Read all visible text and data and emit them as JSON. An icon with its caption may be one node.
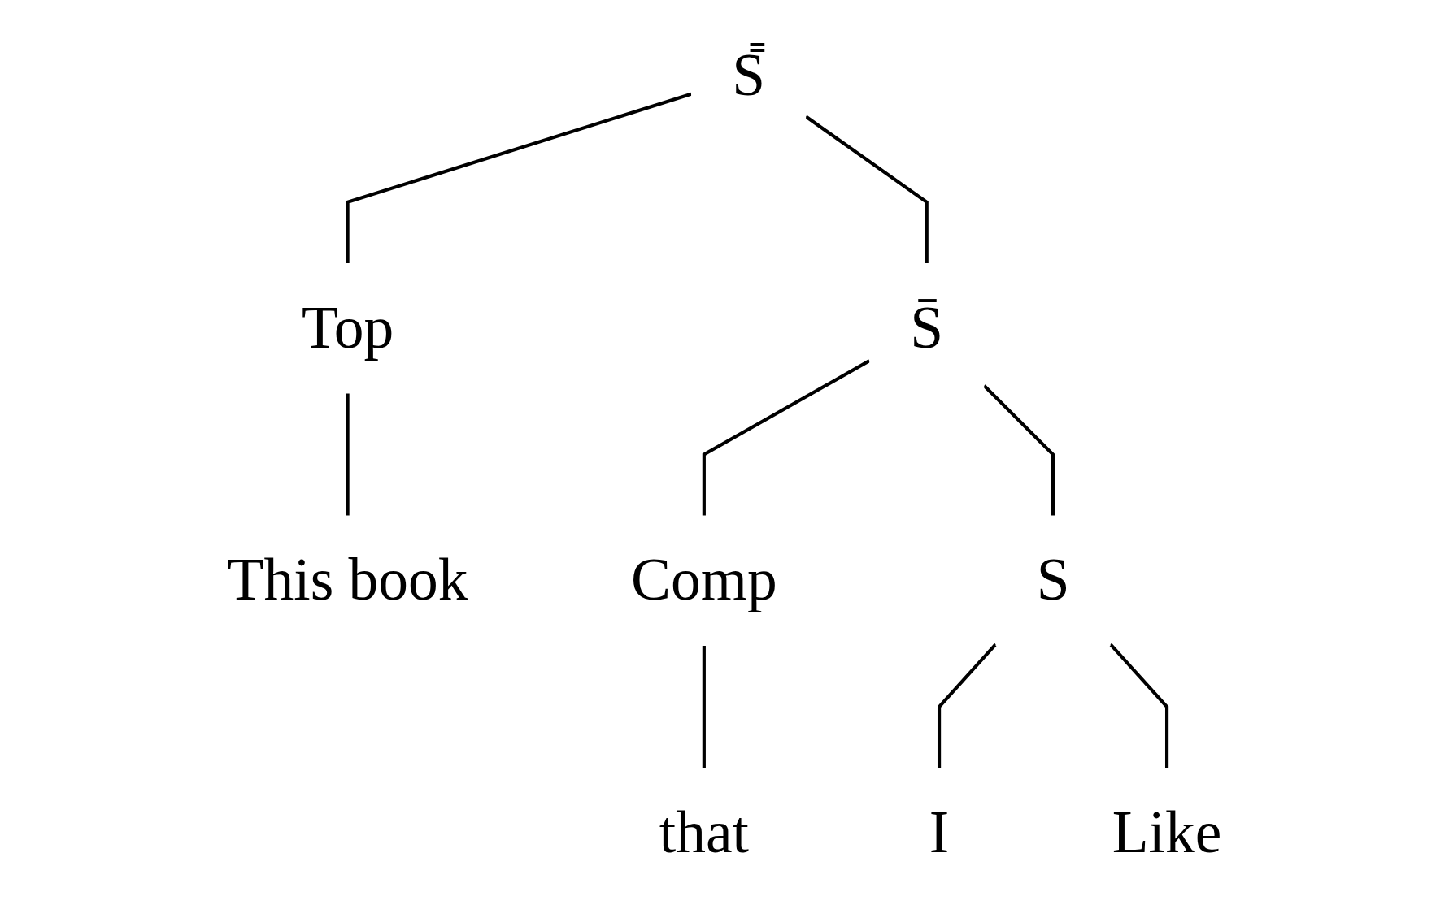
{
  "diagram": {
    "nodes": [
      {
        "text": [
          "S̿"
        ]
      },
      {
        "text": [
          "Top"
        ]
      },
      {
        "text": [
          "S̄"
        ]
      },
      {
        "text": [
          "This book"
        ]
      },
      {
        "text": [
          "Comp"
        ]
      },
      {
        "text": [
          "S"
        ]
      },
      {
        "text": [
          "that"
        ]
      },
      {
        "text": [
          "I"
        ]
      },
      {
        "text": [
          "Like"
        ]
      }
    ],
    "edges": [
      {
        "from": 0,
        "to": 1,
        "arrow": "none"
      },
      {
        "from": 0,
        "to": 2,
        "arrow": "none"
      },
      {
        "from": 1,
        "to": 3,
        "arrow": "none"
      },
      {
        "from": 2,
        "to": 4,
        "arrow": "none"
      },
      {
        "from": 2,
        "to": 5,
        "arrow": "none"
      },
      {
        "from": 4,
        "to": 6,
        "arrow": "none"
      },
      {
        "from": 5,
        "to": 7,
        "arrow": "none"
      },
      {
        "from": 5,
        "to": 8,
        "arrow": "none"
      }
    ]
  }
}
